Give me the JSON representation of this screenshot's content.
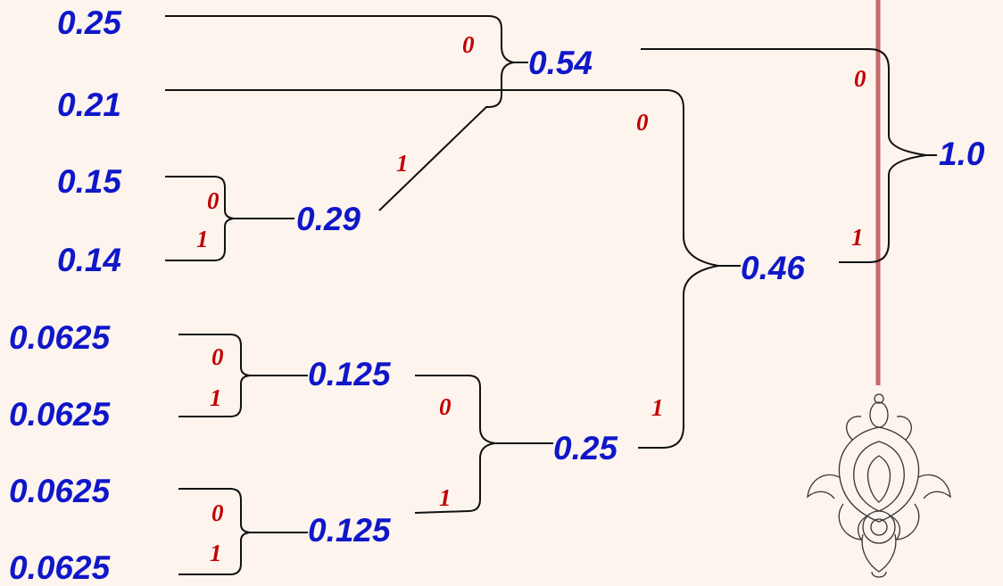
{
  "leaves": [
    "0.25",
    "0.21",
    "0.15",
    "0.14",
    "0.0625",
    "0.0625",
    "0.0625",
    "0.0625"
  ],
  "nodes": {
    "n054": "0.54",
    "n029": "0.29",
    "n0125a": "0.125",
    "n0125b": "0.125",
    "n025": "0.25",
    "n046": "0.46",
    "root": "1.0"
  },
  "bits": {
    "b054_0": "0",
    "b029_1": "1",
    "b029_0": "0",
    "b029_1b": "1",
    "b0125a_0": "0",
    "b0125a_1": "1",
    "b0125b_0": "0",
    "b0125b_1": "1",
    "b025_0": "0",
    "b025_1": "1",
    "b046_0": "0",
    "b046_1": "1",
    "broot_0": "0",
    "broot_1": "1"
  },
  "colors": {
    "probability": "#0f17c9",
    "bit": "#c00000",
    "background": "#fdf4ee",
    "rule": "#c86a6a"
  },
  "ornament_icon": "floral-ornament-icon"
}
